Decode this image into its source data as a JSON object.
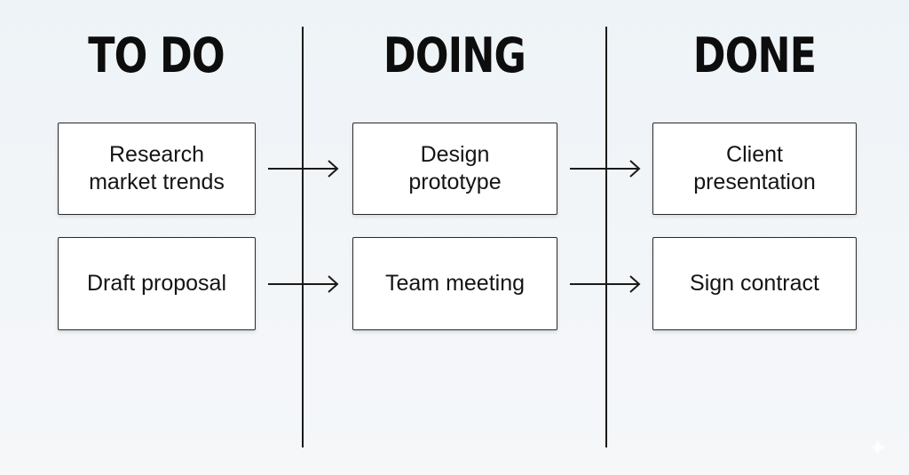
{
  "columns": [
    {
      "title": "TO DO",
      "cards": [
        "Research\nmarket trends",
        "Draft proposal"
      ]
    },
    {
      "title": "DOING",
      "cards": [
        "Design\nprototype",
        "Team meeting"
      ]
    },
    {
      "title": "DONE",
      "cards": [
        "Client\npresentation",
        "Sign contract"
      ]
    }
  ],
  "colors": {
    "background": "#f0f4f7",
    "ink": "#111111",
    "card": "#ffffff"
  },
  "icons": {
    "arrow": "right-arrow-icon",
    "sparkle": "sparkle-icon"
  }
}
